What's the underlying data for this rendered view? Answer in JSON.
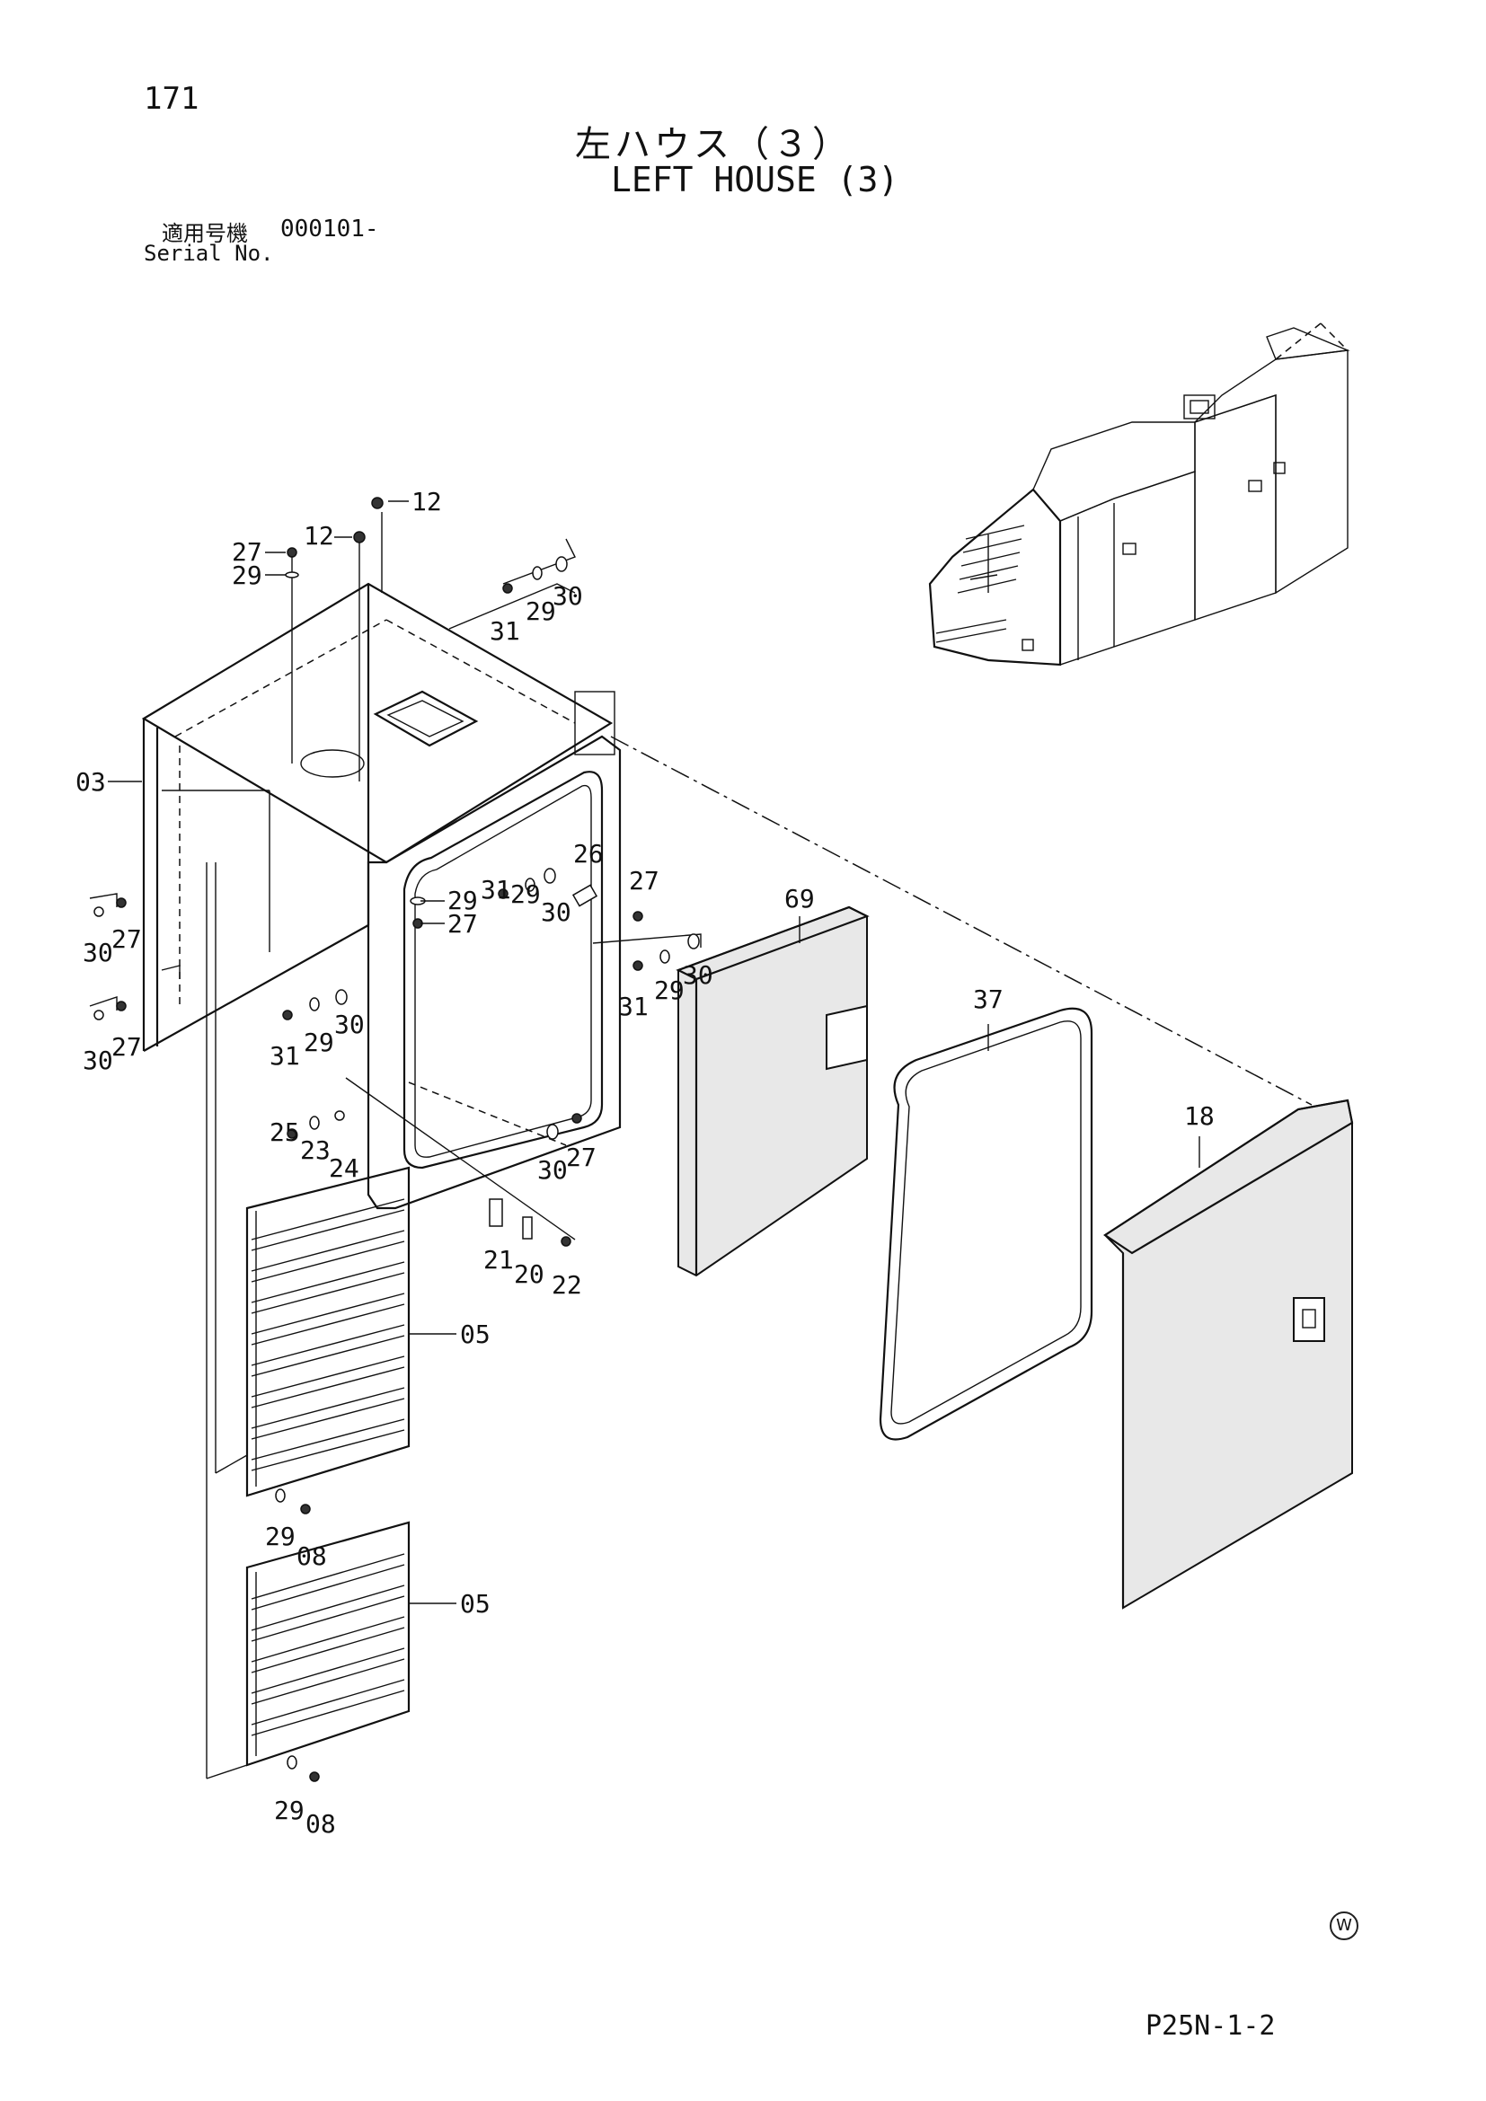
{
  "page": {
    "number": "171",
    "title_ja": "左ハウス（３）",
    "title_en": "LEFT HOUSE (3)",
    "serial_label_ja": "適用号機",
    "serial_value": "000101-",
    "serial_label_en": "Serial No.",
    "footer_code": "P25N-1-2",
    "watermark": "W"
  },
  "callouts": [
    "12",
    "12",
    "27",
    "29",
    "31",
    "29",
    "30",
    "03",
    "30",
    "27",
    "30",
    "27",
    "31",
    "29",
    "30",
    "29",
    "27",
    "31",
    "29",
    "26",
    "30",
    "27",
    "31",
    "29",
    "30",
    "25",
    "23",
    "24",
    "30",
    "27",
    "21",
    "20",
    "22",
    "05",
    "29",
    "08",
    "05",
    "29",
    "08",
    "69",
    "37",
    "18"
  ]
}
